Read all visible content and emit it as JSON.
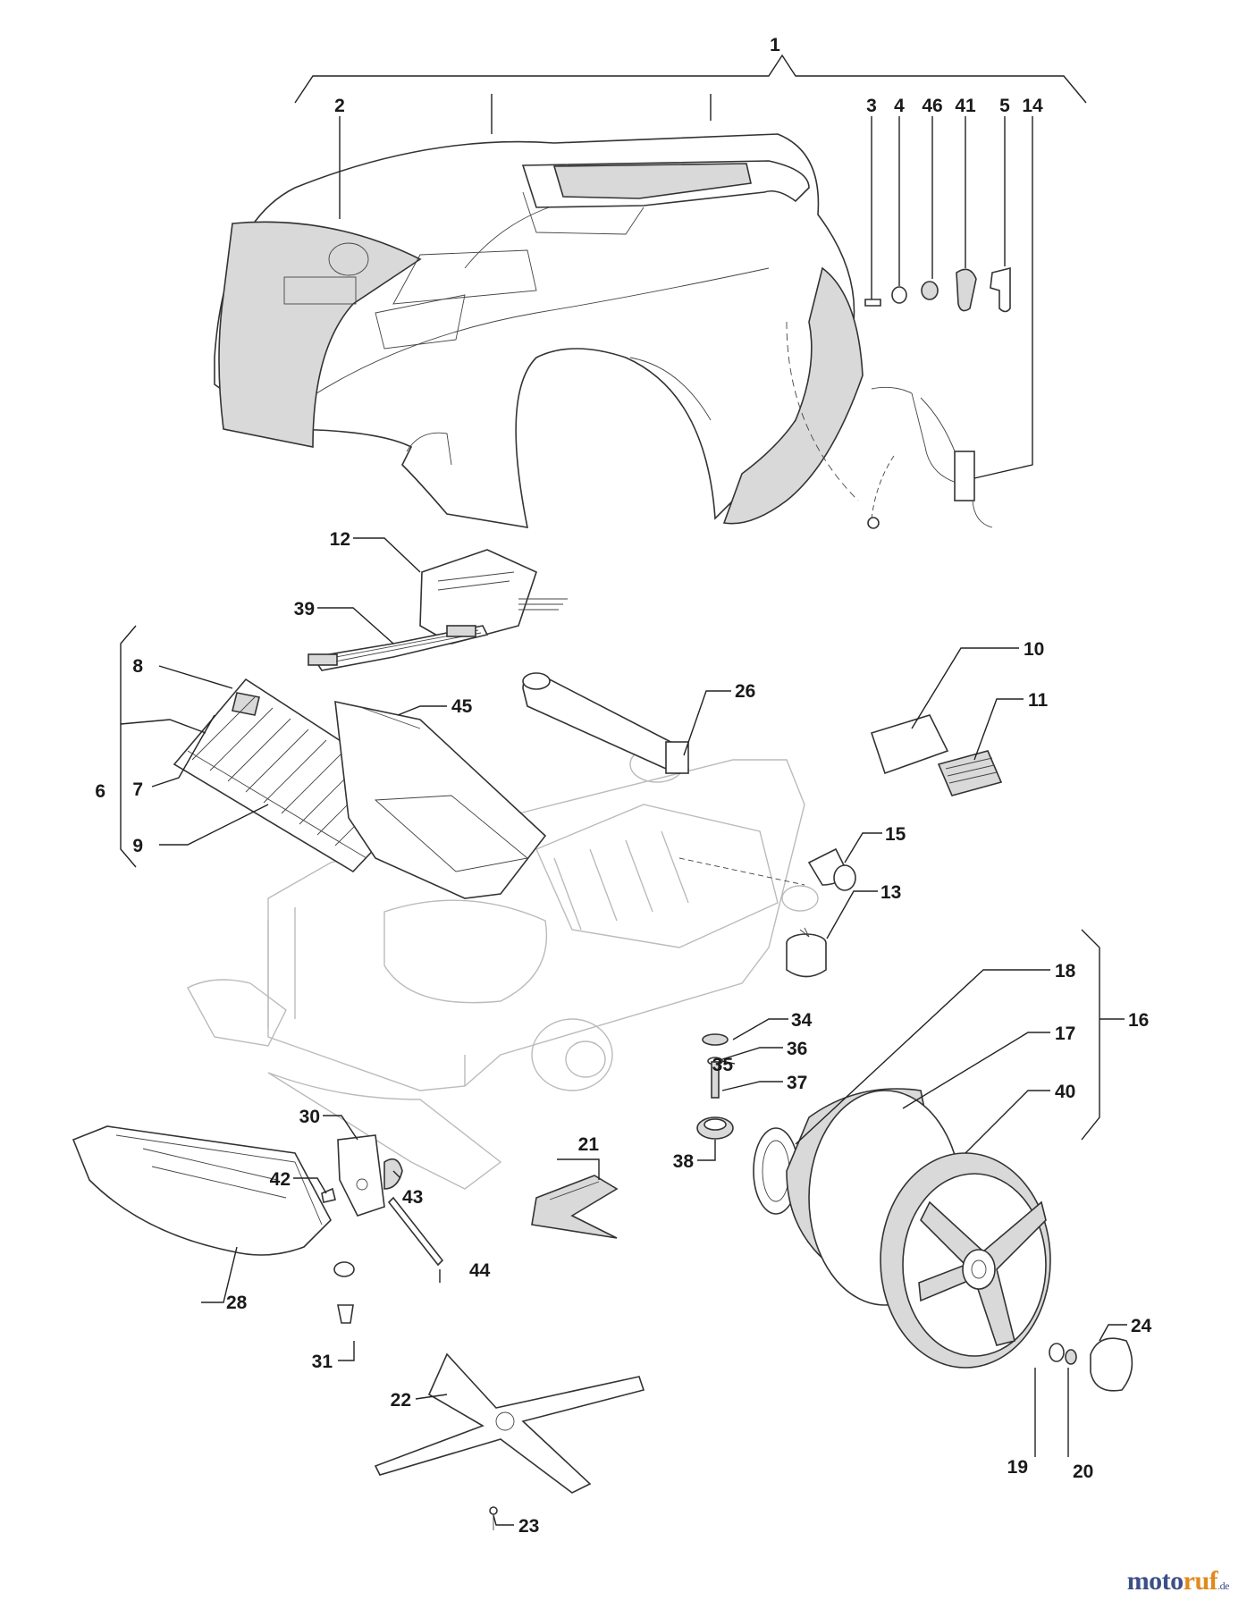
{
  "diagram": {
    "callouts": [
      "1",
      "2",
      "3",
      "4",
      "46",
      "41",
      "5",
      "14",
      "12",
      "39",
      "10",
      "8",
      "45",
      "26",
      "11",
      "6",
      "7",
      "9",
      "15",
      "13",
      "18",
      "16",
      "17",
      "34",
      "35",
      "36",
      "37",
      "40",
      "30",
      "21",
      "38",
      "42",
      "43",
      "44",
      "28",
      "24",
      "31",
      "22",
      "19",
      "20",
      "23"
    ]
  },
  "watermark": {
    "part1": "moto",
    "part2": "ruf",
    "part3": ".de"
  },
  "colors": {
    "line": "#222222",
    "ghost": "#bbbbbb",
    "watermark_blue": "#3c4f87",
    "watermark_orange": "#e08a1e"
  }
}
